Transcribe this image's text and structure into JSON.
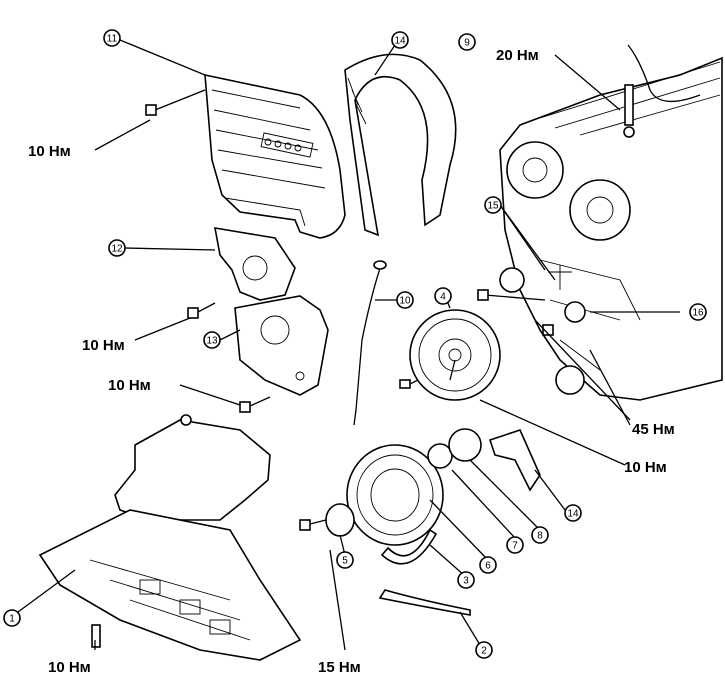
{
  "torques": {
    "t_cover_bolt": "10 Нм",
    "t_plug": "20 Нм",
    "t_plate12": "10 Нм",
    "t_plate13": "10 Нм",
    "t_tensioner": "45 Нм",
    "t_pump_pulley": "10 Нм",
    "t_shield": "10 Нм",
    "t_crank": "15 Нм"
  },
  "callouts": [
    "1",
    "2",
    "3",
    "4",
    "5",
    "6",
    "7",
    "8",
    "9",
    "10",
    "11",
    "12",
    "13",
    "14",
    "15",
    "16",
    "14"
  ]
}
